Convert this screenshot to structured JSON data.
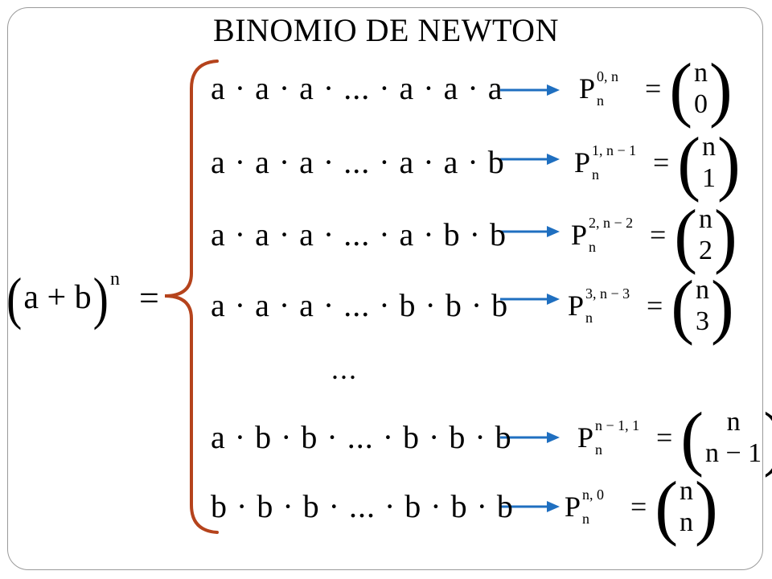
{
  "title": "BINOMIO DE NEWTON",
  "lhs": {
    "open": "(",
    "expr": "a + b",
    "close": ")",
    "exponent": "n",
    "equals": "="
  },
  "colors": {
    "brace": "#b5431c",
    "arrow": "#1f6fc0",
    "frame": "#9a9a9a"
  },
  "rows": [
    {
      "product": "a · a · a · ... · a · a · a",
      "sup": "0, n",
      "sub": "n",
      "top": "n",
      "bottom": "0"
    },
    {
      "product": "a · a · a · ... · a · a · b",
      "sup": "1, n − 1",
      "sub": "n",
      "top": "n",
      "bottom": "1"
    },
    {
      "product": "a · a · a · ... · a · b · b",
      "sup": "2, n − 2",
      "sub": "n",
      "top": "n",
      "bottom": "2"
    },
    {
      "product": "a · a · a · ... · b · b · b",
      "sup": "3, n − 3",
      "sub": "n",
      "top": "n",
      "bottom": "3"
    },
    {
      "product": "a · b · b · ... · b · b · b",
      "sup": "n − 1, 1",
      "sub": "n",
      "top": "n",
      "bottom": "n − 1"
    },
    {
      "product": "b · b · b · ... · b · b · b",
      "sup": "n, 0",
      "sub": "n",
      "top": "n",
      "bottom": "n"
    }
  ],
  "ellipsis": "...",
  "perm_symbol": "P",
  "equals": "="
}
